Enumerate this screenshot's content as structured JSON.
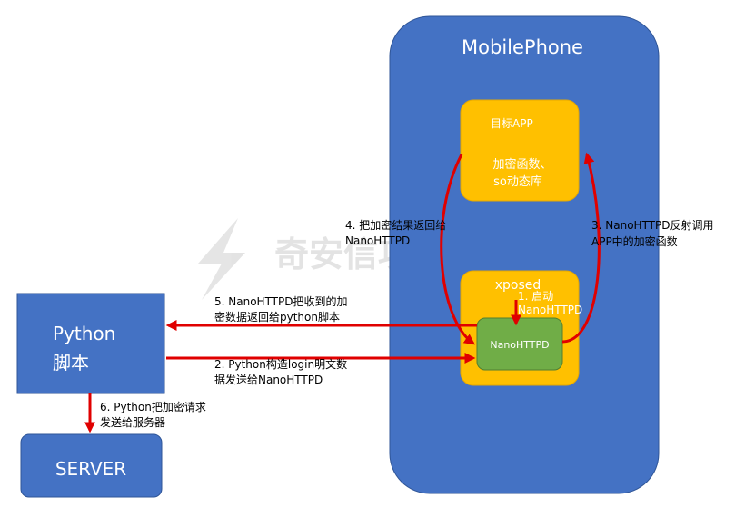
{
  "watermark": {
    "text": "奇安信攻防社区"
  },
  "nodes": {
    "mobile_phone": {
      "label": "MobilePhone"
    },
    "target_app": {
      "title": "目标APP",
      "line1": "加密函数、",
      "line2": "so动态库"
    },
    "xposed": {
      "label": "xposed"
    },
    "nanohttpd": {
      "label": "NanoHTTPD"
    },
    "python_script": {
      "line1": "Python",
      "line2": "脚本"
    },
    "server": {
      "label": "SERVER"
    }
  },
  "edges": {
    "step1": {
      "line1": "1. 启动",
      "line2": "NanoHTTPD"
    },
    "step2": {
      "line1": "2. Python构造login明文数",
      "line2": "据发送给NanoHTTPD"
    },
    "step3": {
      "line1": "3. NanoHTTPD反射调用",
      "line2": "APP中的加密函数"
    },
    "step4": {
      "line1": "4. 把加密结果返回给",
      "line2": "NanoHTTPD"
    },
    "step5": {
      "line1": "5. NanoHTTPD把收到的加",
      "line2": "密数据返回给python脚本"
    },
    "step6": {
      "line1": "6. Python把加密请求",
      "line2": "发送给服务器"
    }
  },
  "colors": {
    "blue": "#4472C4",
    "blue_border": "#2F5597",
    "orange": "#FFC000",
    "green": "#70AD47",
    "arrow": "#E00000"
  }
}
